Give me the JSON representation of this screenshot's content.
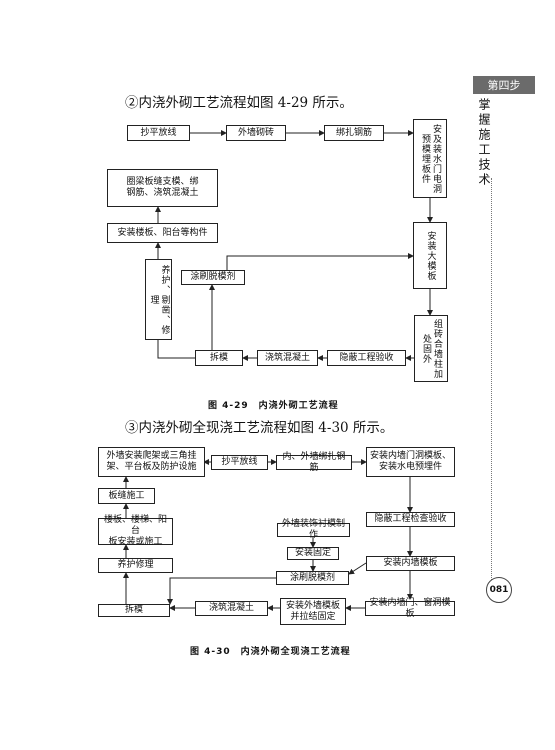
{
  "side": {
    "tab": "第四步",
    "title": "掌握施工技术"
  },
  "page_number": "081",
  "section1": {
    "heading": "②内浇外砌工艺流程如图 4-29 所示。",
    "caption": "图 4-29　内浇外砌工艺流程",
    "boxes": {
      "b1": "抄平放线",
      "b2": "外墙砌砖",
      "b3": "绑扎钢筋",
      "b4": "安及装水门电洞预模埋板件",
      "b5": "安装大模板",
      "b6": "组砖合墙柱加处固外",
      "b7": "隐蔽工程验收",
      "b8": "浇筑混凝土",
      "b9": "拆模",
      "b10": "涂刷脱模剂",
      "b11": "养护、剔凿、修理",
      "b12": "安装楼板、阳台等构件",
      "b13": "圈梁板缝支模、绑\n钢筋、浇筑混凝土"
    }
  },
  "section2": {
    "heading": "③内浇外砌全现浇工艺流程如图 4-30 所示。",
    "caption": "图 4-30　内浇外砌全现浇工艺流程",
    "boxes": {
      "c1": "外墙安装爬架或三角挂\n架、平台板及防护设施",
      "c2": "抄平放线",
      "c3": "内、外墙绑扎钢筋",
      "c4": "安装内墙门洞模板、\n安装水电预埋件",
      "c5": "板缝施工",
      "c6": "楼板、楼梯、阳台\n板安装或施工",
      "c7": "隐蔽工程检查验收",
      "c8": "外墙装饰衬模制作",
      "c9": "安装固定",
      "c10": "安装内墙模板",
      "c11": "养护修理",
      "c12": "涂刷脱模剂",
      "c13": "拆模",
      "c14": "浇筑混凝土",
      "c15": "安装外墙模板\n并拉结固定",
      "c16": "安装内墙门、窗洞模板"
    }
  }
}
